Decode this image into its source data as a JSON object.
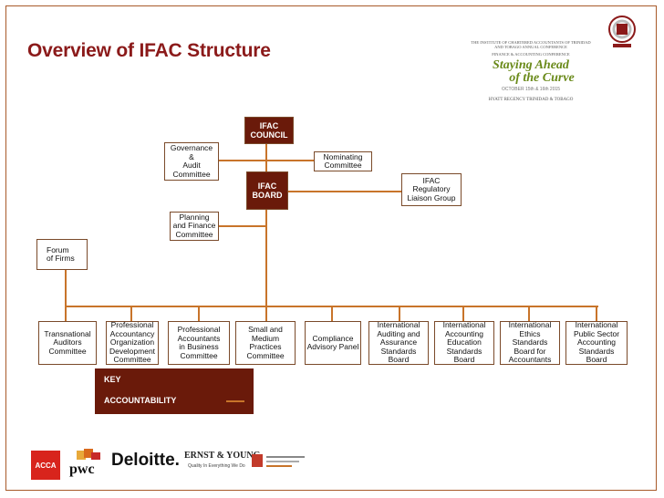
{
  "title": "Overview of IFAC Structure",
  "nodes": {
    "council": "IFAC\nCOUNCIL",
    "board": "IFAC\nBOARD",
    "governance": "Governance\n&\nAudit\nCommittee",
    "nominating": "Nominating\nCommittee",
    "regulatory": "IFAC\nRegulatory\nLiaison Group",
    "planning": "Planning\nand Finance\nCommittee",
    "forum": "Forum\nof Firms"
  },
  "bottom_boxes": [
    "Transnational\nAuditors\nCommittee",
    "Professional\nAccountancy\nOrganization\nDevelopment\nCommittee",
    "Professional\nAccountants\nin Business\nCommittee",
    "Small and\nMedium\nPractices\nCommittee",
    "Compliance\nAdvisory Panel",
    "International\nAuditing and\nAssurance\nStandards\nBoard",
    "International\nAccounting\nEducation\nStandards\nBoard",
    "International\nEthics\nStandards\nBoard for\nAccountants",
    "International\nPublic Sector\nAccounting\nStandards\nBoard"
  ],
  "key": {
    "heading": "KEY",
    "accountability": "ACCOUNTABILITY"
  },
  "logos": [
    "ACCA",
    "pwc",
    "Deloitte.",
    "ERNST & YOUNG",
    "Quality In Everything We Do"
  ],
  "banner": {
    "institute": "THE INSTITUTE OF CHARTERED ACCOUNTANTS OF TRINIDAD AND TOBAGO ANNUAL CONFERENCE",
    "conference": "FINANCE & ACCOUNTING CONFERENCE",
    "line1": "Staying Ahead",
    "line2": "of the Curve",
    "dates": "OCTOBER 15th & 16th 2015",
    "venue": "HYATT REGENCY TRINIDAD & TOBAGO"
  },
  "colors": {
    "title": "#8b1a1a",
    "dark_box": "#6a1a0a",
    "accent": "#c8742a",
    "line": "#c8742a"
  }
}
